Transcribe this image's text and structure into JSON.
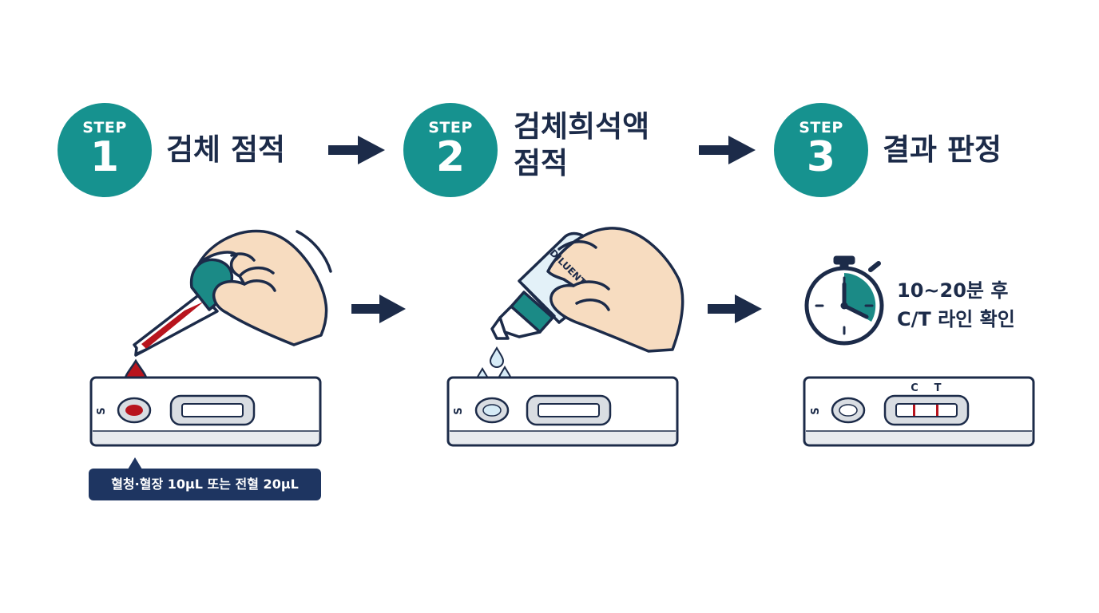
{
  "steps": [
    {
      "word": "STEP",
      "number": "1",
      "title_lines": [
        "검체 점적"
      ]
    },
    {
      "word": "STEP",
      "number": "2",
      "title_lines": [
        "검체희석액",
        "점적"
      ]
    },
    {
      "word": "STEP",
      "number": "3",
      "title_lines": [
        "결과 판정"
      ]
    }
  ],
  "callout": {
    "text": "혈청·혈장 10μL 또는 전혈 20μL"
  },
  "result_timing": {
    "lines": [
      "10~20분 후",
      "C/T 라인 확인"
    ]
  },
  "cassette": {
    "sample_port_label": "S",
    "control_label": "C",
    "test_label": "T"
  },
  "bottle_label": "DILUENT",
  "colors": {
    "teal": "#16928f",
    "navy": "#1c2b49",
    "blood": "#b8141d",
    "skin": "#f7dcc0",
    "droplet": "#d6ebf6"
  }
}
